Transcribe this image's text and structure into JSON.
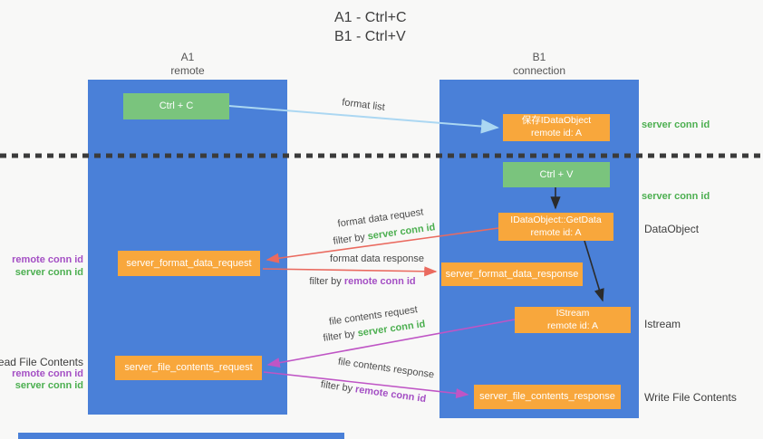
{
  "colors": {
    "bg": "#f8f8f7",
    "column-blue": "#4a80d8",
    "box-green": "#7ac47d",
    "box-orange": "#f8a73c",
    "text-green": "#4caf50",
    "text-purple": "#a44fc4",
    "arrow-red": "#ea6a5f",
    "arrow-magenta": "#bf55c5",
    "arrow-lightblue": "#abd7f2",
    "arrow-black": "#2b2b2b",
    "label-dark": "#4a4a4a"
  },
  "title": {
    "line1": "A1 - Ctrl+C",
    "line2": "B1 - Ctrl+V"
  },
  "columns": {
    "a1": {
      "name": "A1",
      "subtitle": "remote"
    },
    "b1": {
      "name": "B1",
      "subtitle": "connection"
    }
  },
  "boxes": {
    "ctrl_c": {
      "label": "Ctrl + C"
    },
    "save_dataobject": {
      "line1": "保存IDataObject",
      "line2": "remote id: A"
    },
    "ctrl_v": {
      "label": "Ctrl + V"
    },
    "getdata": {
      "line1": "IDataObject::GetData",
      "line2": "remote id: A"
    },
    "format_request": {
      "label": "server_format_data_request"
    },
    "format_response": {
      "label": "server_format_data_response"
    },
    "istream": {
      "line1": "IStream",
      "line2": "remote id: A"
    },
    "file_request": {
      "label": "server_file_contents_request"
    },
    "file_response": {
      "label": "server_file_contents_response"
    }
  },
  "flow_labels": {
    "format_list": "format list",
    "format_data_request": "format data request",
    "format_data_response": "format data response",
    "file_contents_request": "file contents request",
    "file_contents_response": "file contents response",
    "filter_by": "filter by",
    "server_conn_id": "server conn id",
    "remote_conn_id": "remote conn id"
  },
  "side_labels": {
    "server_conn_id_top": "server conn id",
    "server_conn_id_mid": "server conn id",
    "dataobject": "DataObject",
    "istream": "Istream",
    "write_file_contents": "Write File Contents",
    "remote_conn_id_format": "remote conn id",
    "server_conn_id_format": "server conn id",
    "read_file_contents": "Read File Contents",
    "remote_conn_id_file": "remote conn id",
    "server_conn_id_file": "server conn id"
  }
}
